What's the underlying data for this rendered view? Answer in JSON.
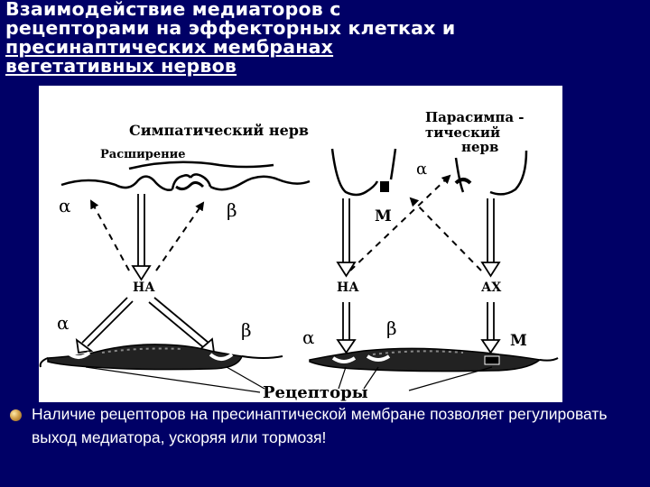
{
  "title": {
    "line1": "Взаимодействие медиаторов с",
    "line2": "рецепторами на эффекторных клетках и",
    "line3": "пресинаптических мембранах",
    "line4": "вегетативных нервов"
  },
  "diagram": {
    "sympathetic_nerve": "Симпатический нерв",
    "parasympathetic_nerve": [
      "Парасимпа -",
      "тический",
      "нерв"
    ],
    "dilation": "Расширение",
    "alpha": "α",
    "beta": "β",
    "m": "М",
    "na": "НА",
    "ach": "АХ",
    "receptors": "Рецепторы"
  },
  "bullet": {
    "text": "Наличие рецепторов на пресинаптической мембране позволяет регулировать выход медиатора, ускоряя или тормозя!"
  }
}
